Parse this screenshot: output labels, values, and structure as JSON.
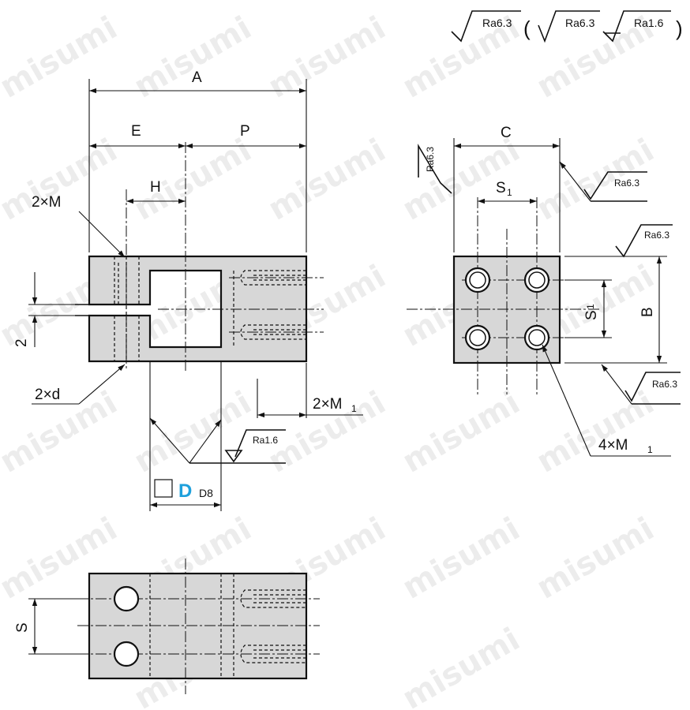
{
  "watermark": "misumi",
  "colors": {
    "part_fill": "#d7d7d7",
    "line": "#111111",
    "accent": "#1ea0dc"
  },
  "roughness_header": {
    "main": "Ra6.3",
    "alt1": "Ra6.3",
    "alt2": "Ra1.6",
    "paren_open": "(",
    "paren_close": ")"
  },
  "front_view": {
    "dim_A": "A",
    "dim_E": "E",
    "dim_P": "P",
    "dim_H": "H",
    "label_2xM": "2×M",
    "label_2": "2",
    "label_2xd": "2×d",
    "label_2xM1": "2×M",
    "label_2xM1_sub": "1",
    "ra_slot": "Ra1.6",
    "d_box_label": "D",
    "d_tolerance": "D8"
  },
  "side_view": {
    "dim_C": "C",
    "dim_S1": "S",
    "dim_S1_sub": "1",
    "dim_S1v": "S",
    "dim_S1v_sub": "1",
    "dim_B": "B",
    "ra_left": "Ra6.3",
    "ra_right_top": "Ra6.3",
    "ra_right_mid": "Ra6.3",
    "ra_right_bottom": "Ra6.3",
    "label_4xM1": "4×M",
    "label_4xM1_sub": "1"
  },
  "bottom_view": {
    "dim_S": "S"
  }
}
